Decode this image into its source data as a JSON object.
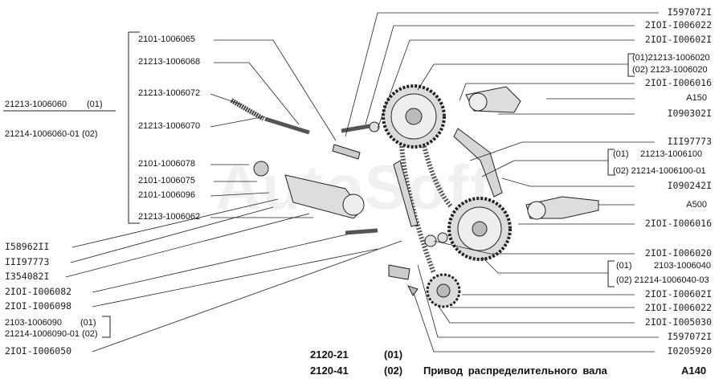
{
  "watermark": "AutoSoft",
  "left_labels": {
    "l1": "2101-1006065",
    "l2": "21213-1006068",
    "l3": "21213-1006072",
    "l4": "21213-1006070",
    "l5": "2101-1006078",
    "l6": "2101-1006075",
    "l7": "2101-1006096",
    "l8": "21213-1006062",
    "group_a1": "21213-1006060",
    "group_a1_code": "(01)",
    "group_a2": "21214-1006060-01 (02)"
  },
  "lower_left_labels": {
    "b1": "I58962II",
    "b2": "III97773",
    "b3": "I354082I",
    "b4": "2IOI-I006082",
    "b5": "2IOI-I006098",
    "b6": "2103-1006090",
    "b6_code": "(01)",
    "b7": "21214-1006090-01 (02)",
    "b8": "2IOI-I006050"
  },
  "right_labels": {
    "r1": "I597072I",
    "r2": "2IOI-I006022",
    "r3": "2IOI-I00602I",
    "r4": "(01)21213-1006020",
    "r5": "(02) 2123-1006020",
    "r6": "2IOI-I006016",
    "r7": "A150",
    "r8": "I090302I",
    "r9": "III97773",
    "r10_code": "(01)",
    "r10": "21213-1006100",
    "r11": "(02) 21214-1006100-01",
    "r12": "I090242I",
    "r13": "A500",
    "r14": "2IOI-I006016",
    "r15": "2IOI-I006020",
    "r16_code": "(01)",
    "r16": "2103-1006040",
    "r17": "(02) 21214-1006040-03",
    "r18": "2IOI-I00602I",
    "r19": "2IOI-I006022",
    "r20": "2IOI-I005030",
    "r21": "I597072I",
    "r22": "I0205920"
  },
  "footer": {
    "model1": "2120-21",
    "model1_code": "(01)",
    "model2": "2120-41",
    "model2_code": "(02)",
    "title": "Привод распределительного вала",
    "code": "A140"
  }
}
